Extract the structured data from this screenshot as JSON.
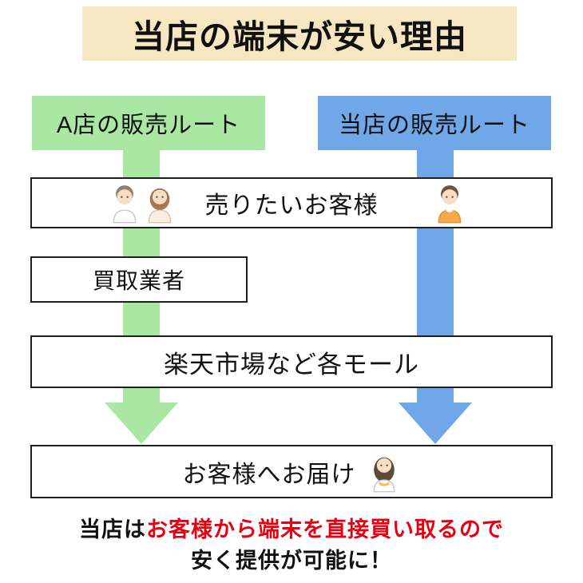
{
  "title": "当店の端末が安い理由",
  "routes": {
    "store_a": {
      "label": "A店の販売ルート",
      "color": "#a9e7a3"
    },
    "our_store": {
      "label": "当店の販売ルート",
      "color": "#6fa7e8"
    }
  },
  "flow": {
    "sellers": "売りたいお客様",
    "buyer": "買取業者",
    "mall": "楽天市場など各モール",
    "delivery": "お客様へお届け"
  },
  "footer": {
    "prefix": "当店は",
    "highlight": "お客様から端末を直接買い取るので",
    "line2": "安く提供が可能に！"
  },
  "colors": {
    "banner_bg": "#f6e6c2",
    "route_a_green": "#a9e7a3",
    "our_store_blue": "#6fa7e8",
    "highlight_red": "#e60012",
    "box_border": "#1f1f1f"
  },
  "icons": {
    "sellers_left": "couple-icon",
    "sellers_right": "man-icon",
    "delivery": "woman-icon"
  }
}
